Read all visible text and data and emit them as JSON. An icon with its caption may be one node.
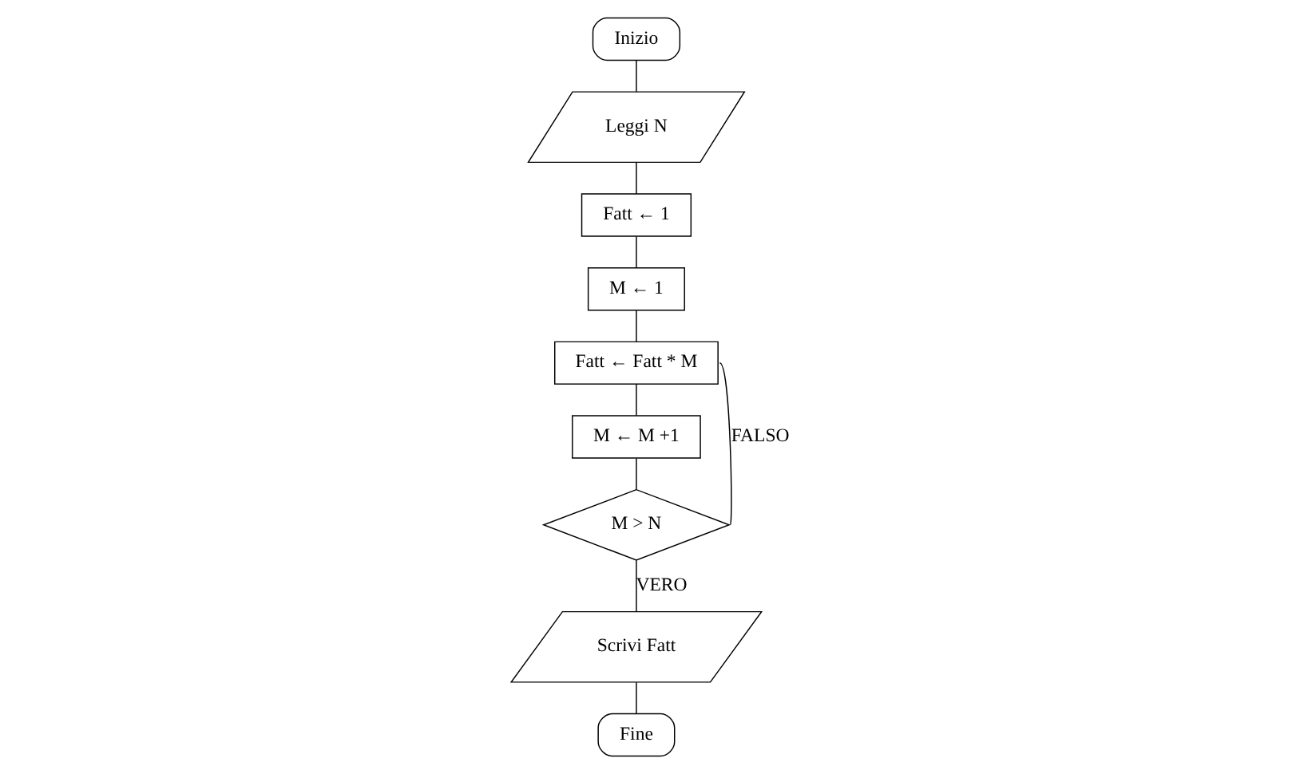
{
  "diagram": {
    "nodes": [
      {
        "text": [
          "Inizio"
        ]
      },
      {
        "text": [
          "Leggi N"
        ]
      },
      {
        "text": [
          "Fatt ← 1"
        ]
      },
      {
        "text": [
          "M ← 1"
        ]
      },
      {
        "text": [
          "Fatt ← Fatt * M"
        ]
      },
      {
        "text": [
          "M ← M +1"
        ]
      },
      {
        "text": [
          "M > N"
        ]
      },
      {
        "text": [
          "Scrivi Fatt"
        ]
      },
      {
        "text": [
          "Fine"
        ]
      }
    ],
    "edges": [
      {
        "from": 0,
        "to": 1,
        "arrow": "none"
      },
      {
        "from": 1,
        "to": 2,
        "arrow": "none"
      },
      {
        "from": 2,
        "to": 3,
        "arrow": "none"
      },
      {
        "from": 3,
        "to": 4,
        "arrow": "none"
      },
      {
        "from": 4,
        "to": 5,
        "arrow": "none"
      },
      {
        "from": 5,
        "to": 6,
        "arrow": "none"
      },
      {
        "from": 6,
        "to": 7,
        "arrow": "none",
        "label": "VERO"
      },
      {
        "from": 6,
        "to": 4,
        "arrow": "none",
        "label": "FALSO"
      },
      {
        "from": 7,
        "to": 8,
        "arrow": "none"
      }
    ]
  }
}
